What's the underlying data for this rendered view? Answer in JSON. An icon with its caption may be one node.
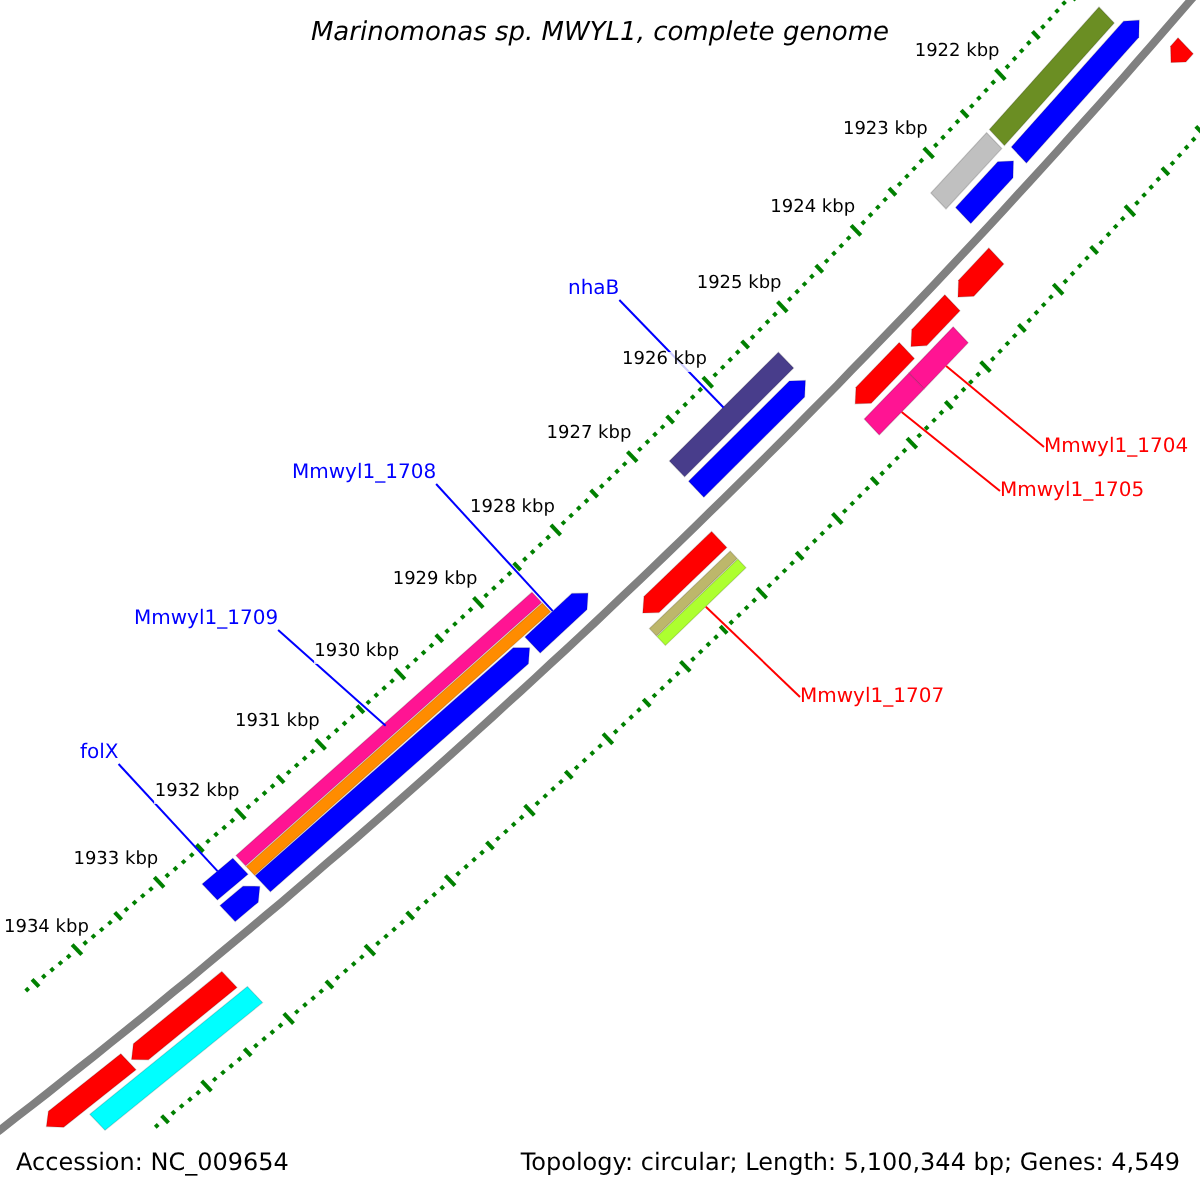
{
  "diagram": {
    "title": "Marinomonas sp. MWYL1, complete genome",
    "nodes": [
      {
        "text": [
          "nhaB"
        ]
      },
      {
        "text": [],
        "shape": "bar"
      },
      {
        "text": [
          "Mmwyl1_1708"
        ]
      },
      {
        "text": [],
        "shape": "arrow"
      },
      {
        "text": [
          "Mmwyl1_1709"
        ]
      },
      {
        "text": [],
        "shape": "bar"
      },
      {
        "text": [
          "folX"
        ]
      },
      {
        "text": [],
        "shape": "bar"
      },
      {
        "text": [
          "Mmwyl1_1704"
        ]
      },
      {
        "text": [],
        "shape": "bar"
      },
      {
        "text": [
          "Mmwyl1_1705"
        ]
      },
      {
        "text": [],
        "shape": "bar"
      },
      {
        "text": [
          "Mmwyl1_1707"
        ]
      },
      {
        "text": [],
        "shape": "bar"
      },
      {
        "text": [],
        "shape": "bar"
      },
      {
        "text": [],
        "shape": "arrow"
      },
      {
        "text": [],
        "shape": "arrow"
      },
      {
        "text": [],
        "shape": "arrow"
      },
      {
        "text": [],
        "shape": "arrow"
      },
      {
        "text": [],
        "shape": "bar"
      },
      {
        "text": [],
        "shape": "arrow"
      },
      {
        "text": [],
        "shape": "arrow"
      },
      {
        "text": [],
        "shape": "arrow"
      },
      {
        "text": [],
        "shape": "arrow"
      },
      {
        "text": [],
        "shape": "arrow"
      },
      {
        "text": [],
        "shape": "bar"
      },
      {
        "text": [],
        "shape": "arrow"
      },
      {
        "text": [],
        "shape": "bar"
      },
      {
        "text": [],
        "shape": "arrow"
      },
      {
        "text": [],
        "shape": "arrow"
      }
    ],
    "edges": [
      {
        "from": 0,
        "to": 1,
        "arrow": "none",
        "color": "#0000ff"
      },
      {
        "from": 2,
        "to": 3,
        "arrow": "none",
        "color": "#0000ff"
      },
      {
        "from": 4,
        "to": 5,
        "arrow": "none",
        "color": "#0000ff"
      },
      {
        "from": 6,
        "to": 7,
        "arrow": "none",
        "color": "#0000ff"
      },
      {
        "from": 8,
        "to": 9,
        "arrow": "none",
        "color": "#ff0000"
      },
      {
        "from": 10,
        "to": 11,
        "arrow": "none",
        "color": "#ff0000"
      },
      {
        "from": 12,
        "to": 13,
        "arrow": "none",
        "color": "#ff0000"
      }
    ],
    "labels": [
      "1922 kbp",
      "1923 kbp",
      "1924 kbp",
      "1925 kbp",
      "1926 kbp",
      "1927 kbp",
      "1928 kbp",
      "1929 kbp",
      "1930 kbp",
      "1931 kbp",
      "1932 kbp",
      "1933 kbp",
      "1934 kbp",
      "Accession: NC_009654",
      "Topology: circular; Length: 5,100,344 bp; Genes: 4,549"
    ]
  }
}
